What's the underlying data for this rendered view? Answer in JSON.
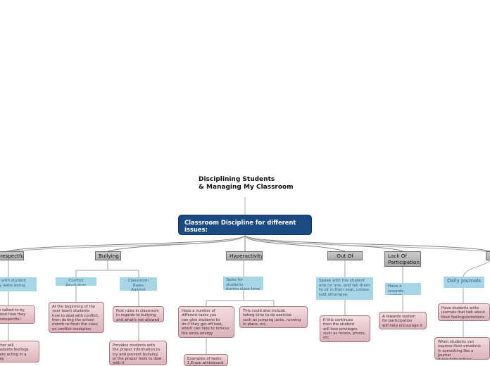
{
  "title": "Disciplining Students\n& Managing My Classroom",
  "root": "Classroom Discipline for different issues:",
  "branches": {
    "disrespectful": "Disrespectful",
    "bullying": "Bullying",
    "hyperactivity": "Hyperactivity",
    "out_of_seat": "Out Of Seat",
    "lack_participation": "Lack Of\nParticipation"
  },
  "notes": {
    "disrespect_talk": "one with student\nthey were doing.",
    "disrespect_detail": "be talked to by\nabout how they\ndisrespectful",
    "disrespect_feelings": "other will\nstudents feelings\nwere acting in a\nway",
    "conflict_resolution": "Conflict Resolution",
    "conflict_detail": "At the beginning of the\nyear teach students\nhow to deal with conflict,\nthen during the school\nmonth re-fresh the class\non conflict resolution",
    "rules": "Classroom Rules\nAgainst Bullying",
    "rules_detail": "Post rules in classroom\nin regards to bullying\nand what's not allowed",
    "rules_info": "Provides students with\nthe proper information to\ntry and prevent bullying\nor the proper tools to deal\nwith it",
    "tasks": "Tasks for students\nduring class time",
    "tasks_number": "Have a number of\ndifferent tasks you\ncan give students to\ndo if they get off task,\nwhich can help to refocus\nthe extra energy",
    "tasks_exercise": "This could also include\ntaking time to do exercise\nsuch as jumping jacks, running\nin place, etc.",
    "tasks_examples": "Examples of tasks:\n1.Erase whiteboard",
    "speak": "Speak with the student\none on one, and tell them\nto sit in their seat, unless\ntold otherwise.",
    "speak_detail": "If this continues\nthen the student\nwill lose privileges\nsuch as recess, phone,\netc.",
    "rewards": "Have a rewards\nsystem",
    "rewards_detail": "A rewards system\nfor participation\nwill help encourage it",
    "journals": "Daily Journals",
    "journals_write": "Have students write\njournals that talk about\ntheir feelings/emotions",
    "journals_express": "When students can\nexpress their emotions\nin something like a journal\nit can help reduce anxiety"
  }
}
